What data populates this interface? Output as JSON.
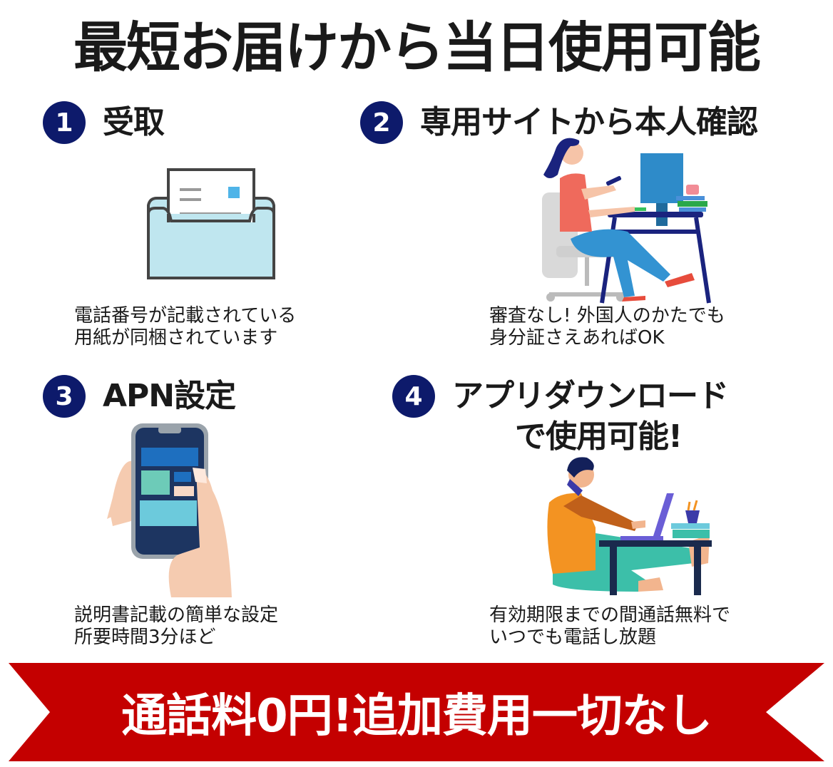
{
  "title": "最短お届けから当日使用可能",
  "steps": [
    {
      "number": "1",
      "title": "受取",
      "description_lines": [
        "電話番号が記載されている",
        "用紙が同梱されています"
      ],
      "illustration": "envelope-letter-icon"
    },
    {
      "number": "2",
      "title": "専用サイトから本人確認",
      "description_lines": [
        "審査なし! 外国人のかたでも",
        "身分証さえあればOK"
      ],
      "illustration": "woman-at-desk-computer"
    },
    {
      "number": "3",
      "title": "APN設定",
      "description_lines": [
        "説明書記載の簡単な設定",
        "所要時間3分ほど"
      ],
      "illustration": "hand-holding-smartphone"
    },
    {
      "number": "4",
      "title_lines": [
        "アプリダウンロード",
        "で使用可能!"
      ],
      "description_lines": [
        "有効期限までの間通話無料で",
        "いつでも電話し放題"
      ],
      "illustration": "man-on-phone-laptop"
    }
  ],
  "banner": {
    "text": "通話料0円!追加費用一切なし",
    "color": "#c40000"
  },
  "colors": {
    "step_badge": "#0d1a6b",
    "text": "#1a1a1a",
    "banner": "#c40000"
  }
}
